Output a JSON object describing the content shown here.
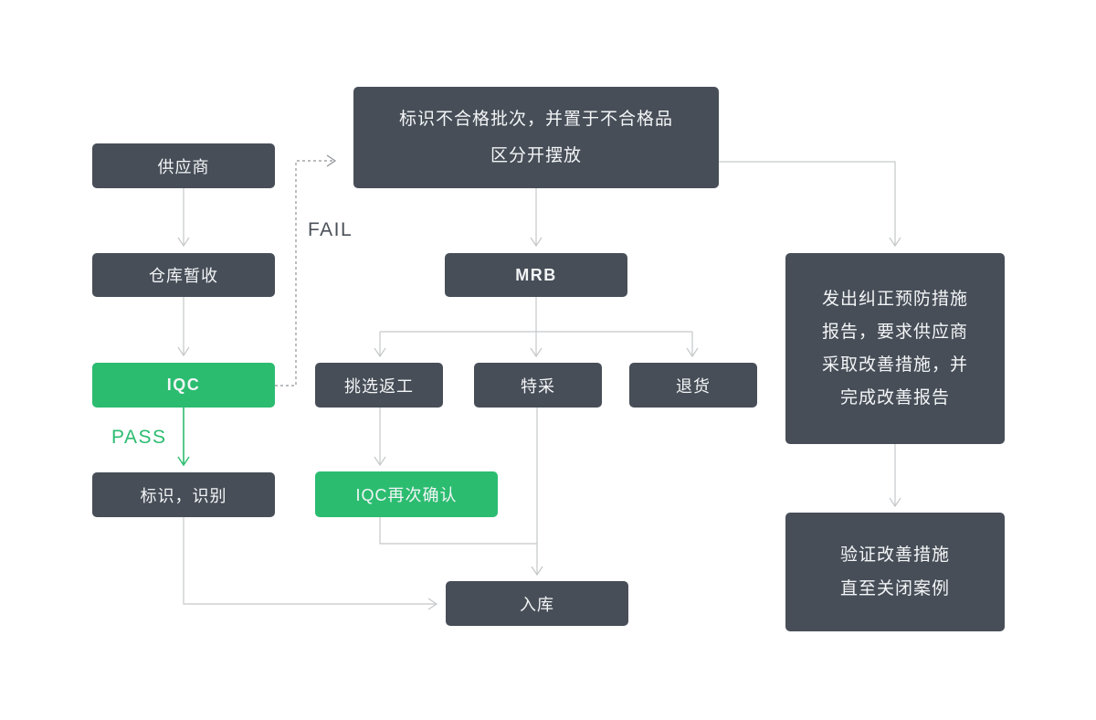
{
  "diagram": {
    "title": "IQC incoming quality control flowchart",
    "colors": {
      "node_dark": "#474E58",
      "node_green": "#2BBC70",
      "connector": "#C5C7C9",
      "connector_dashed": "#8F9399",
      "fail_label": "#4B5158",
      "pass_label": "#2BBC70",
      "node_text": "#F3F5F6",
      "background": "#FFFFFF"
    },
    "nodes": {
      "supplier": "供应商",
      "warehouse_receive": "仓库暂收",
      "iqc": "IQC",
      "mark_identify": "标识，识别",
      "nonconforming": "标识不合格批次，并置于不合格品\n区分开摆放",
      "mrb": "MRB",
      "rework": "挑选返工",
      "special_accept": "特采",
      "return_goods": "退货",
      "iqc_recheck": "IQC再次确认",
      "storage": "入库",
      "corrective": "发出纠正预防措施\n报告，要求供应商\n采取改善措施，并\n完成改善报告",
      "verify_close": "验证改善措施\n直至关闭案例"
    },
    "labels": {
      "fail": "FAIL",
      "pass": "PASS"
    }
  }
}
